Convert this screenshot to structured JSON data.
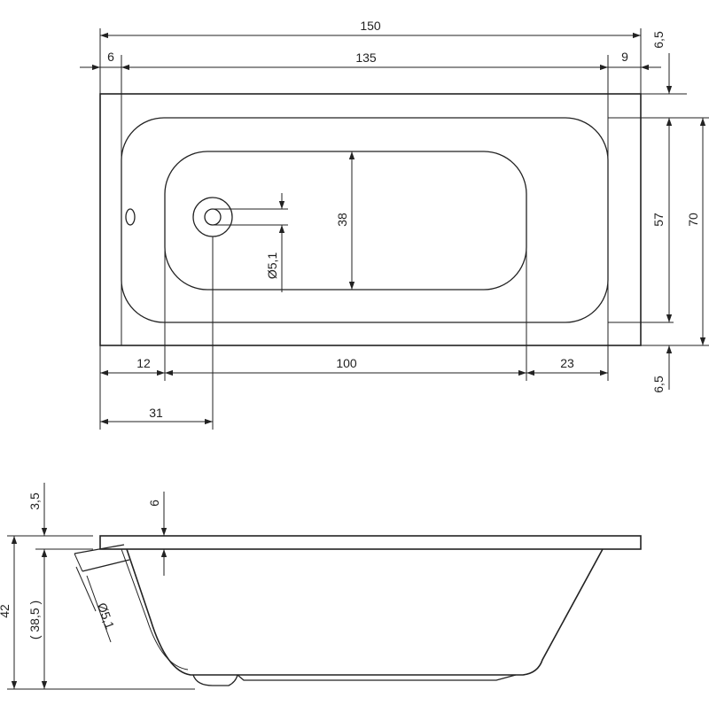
{
  "top_view": {
    "overall_length": "150",
    "left_offset": "6",
    "inner_length": "135",
    "right_offset": "9",
    "top_margin": "6,5",
    "inner_width": "57",
    "overall_width": "70",
    "basin_width": "38",
    "drain_diameter": "Ø5,1",
    "dist_left_rim": "12",
    "basin_length": "100",
    "dist_right_rim": "23",
    "bottom_margin": "6,5",
    "drain_position": "31"
  },
  "side_view": {
    "rim_offset": "3,5",
    "rim_thickness": "6",
    "total_height": "42",
    "inner_depth": "( 38,5 )",
    "overflow_diameter": "Ø5,1"
  }
}
